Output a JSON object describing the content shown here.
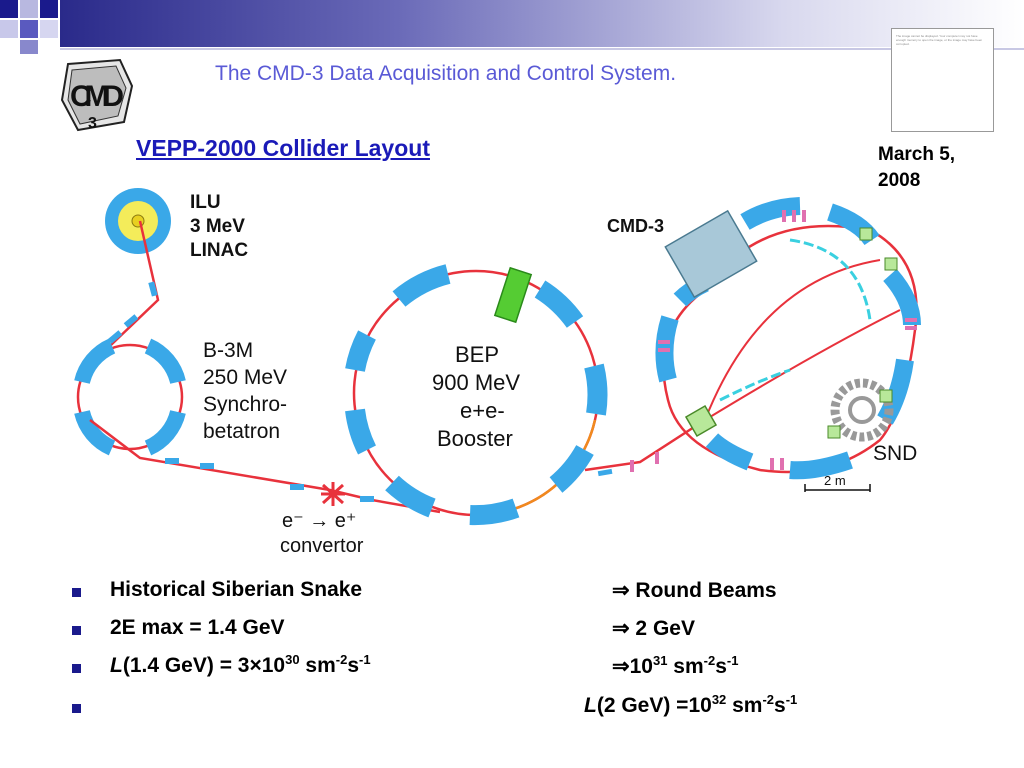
{
  "header": {
    "title": "The CMD-3 Data Acquisition and Control System.",
    "logo_text": "CMD-3",
    "date": "March 5, 2008",
    "note_text": "The image cannot be displayed. Your computer may not have enough memory to open the image, or the image may have been corrupted."
  },
  "colors": {
    "title": "#5a5ad6",
    "subtitle": "#1a1ab8",
    "beamline": "#e8323c",
    "magnet": "#3aa8e8",
    "rf_cavity": "#55cc33",
    "bullet": "#1a1a8c"
  },
  "diagram": {
    "subtitle": "VEPP-2000 Collider Layout",
    "ilu": [
      "ILU",
      "3 MeV",
      "LINAC"
    ],
    "b3m": [
      "B-3M",
      "250 MeV",
      "Synchro-",
      "betatron"
    ],
    "bep": [
      "BEP",
      "900 MeV",
      "e+e-",
      "Booster"
    ],
    "cmd3": "CMD-3",
    "snd": "SND",
    "scale": "2 m",
    "convertor_line1": "e⁻ → e⁺",
    "convertor_line2": "convertor"
  },
  "bullets": [
    {
      "left": "Historical Siberian Snake",
      "right": "⇒ Round Beams"
    },
    {
      "left": "2E max  =  1.4 GeV",
      "right": "⇒ 2 GeV"
    },
    {
      "left_italic": "L",
      "left_rest": "(1.4 GeV) = 3×10",
      "left_exp1": "30",
      "left_unit": " sm",
      "left_exp2": "-2",
      "left_s": "s",
      "left_exp3": "-1",
      "right_arrow": "⇒10",
      "right_exp1": "31",
      "right_unit": " sm",
      "right_exp2": "-2",
      "right_s": "s",
      "right_exp3": "-1"
    },
    {
      "right_italic": "L",
      "right_rest": "(2 GeV) =10",
      "right_exp1": "32",
      "right_unit": " sm",
      "right_exp2": "-2",
      "right_s": "s",
      "right_exp3": "-1"
    }
  ]
}
